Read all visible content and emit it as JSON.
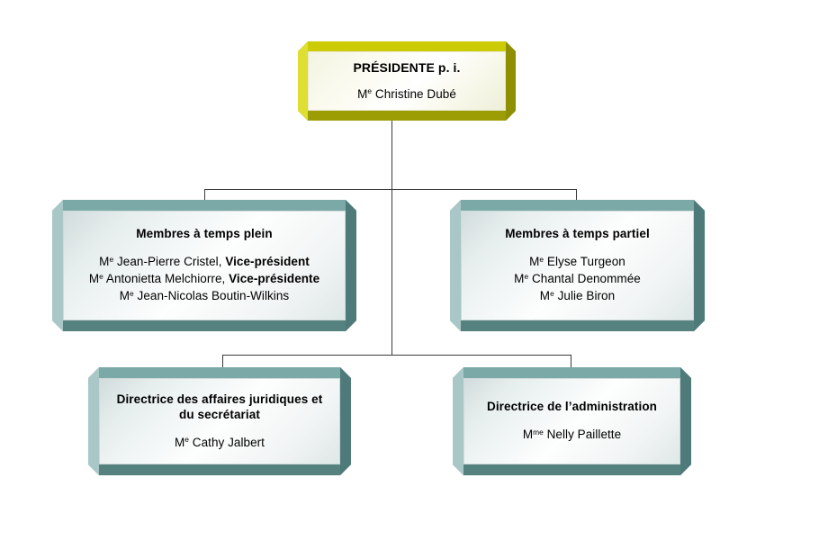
{
  "document": {
    "type": "organizational-chart",
    "title": "Organigramme",
    "background_color": "#ffffff"
  },
  "colors": {
    "president_box_bevel_top": "#cccc06",
    "president_box_bevel_left": "#dede33",
    "president_box_bevel_right": "#8f8f03",
    "president_box_bevel_bottom": "#9c9c04",
    "node_box_bevel_top": "#7ba9a8",
    "node_box_bevel_left": "#a8c7c6",
    "node_box_bevel_right": "#4e7b79",
    "node_box_bevel_bottom": "#55817f",
    "connector_line": "#3a3a3a",
    "text": "#000000"
  },
  "nodes": {
    "president": {
      "title": "PRÉSIDENTE p. i.",
      "people": [
        {
          "honorific": "M",
          "honorific_sup": "e",
          "name": " Christine Dubé",
          "role": ""
        }
      ]
    },
    "members_full_time": {
      "title": "Membres à temps plein",
      "people": [
        {
          "honorific": "M",
          "honorific_sup": "e",
          "name": " Jean-Pierre Cristel, ",
          "role": "Vice-président"
        },
        {
          "honorific": "M",
          "honorific_sup": "e",
          "name": " Antonietta Melchiorre, ",
          "role": "Vice-présidente"
        },
        {
          "honorific": "M",
          "honorific_sup": "e",
          "name": " Jean-Nicolas Boutin-Wilkins",
          "role": ""
        }
      ]
    },
    "members_part_time": {
      "title": "Membres à temps partiel",
      "people": [
        {
          "honorific": "M",
          "honorific_sup": "e",
          "name": " Elyse Turgeon",
          "role": ""
        },
        {
          "honorific": "M",
          "honorific_sup": "e",
          "name": " Chantal Denommée",
          "role": ""
        },
        {
          "honorific": "M",
          "honorific_sup": "e",
          "name": " Julie Biron",
          "role": ""
        }
      ]
    },
    "legal_affairs_director": {
      "title": "Directrice des affaires juridiques et\ndu secrétariat",
      "people": [
        {
          "honorific": "M",
          "honorific_sup": "e",
          "name": " Cathy Jalbert",
          "role": ""
        }
      ]
    },
    "administration_director": {
      "title": "Directrice de l’administration",
      "people": [
        {
          "honorific": "M",
          "honorific_sup": "me",
          "name": " Nelly Paillette",
          "role": ""
        }
      ]
    }
  }
}
